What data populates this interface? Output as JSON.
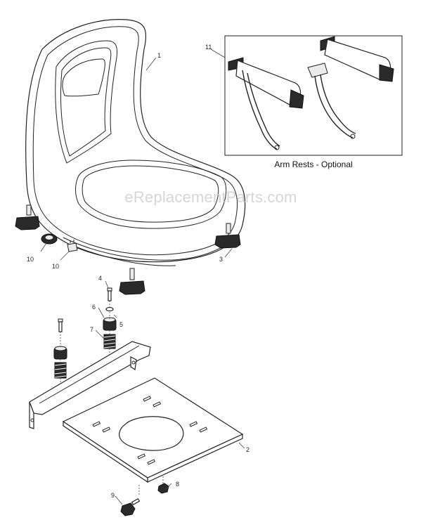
{
  "callouts": {
    "p1": "1",
    "p2": "2",
    "p3": "3",
    "p4": "4",
    "p5": "5",
    "p6": "6",
    "p7": "7",
    "p8": "8",
    "p9": "9",
    "p10a": "10",
    "p10b": "10",
    "p11": "11"
  },
  "inset_caption": "Arm Rests - Optional",
  "watermark": "eReplacementParts.com",
  "colors": {
    "line": "#222222",
    "watermark": "#cfcfcf",
    "background": "#ffffff"
  }
}
